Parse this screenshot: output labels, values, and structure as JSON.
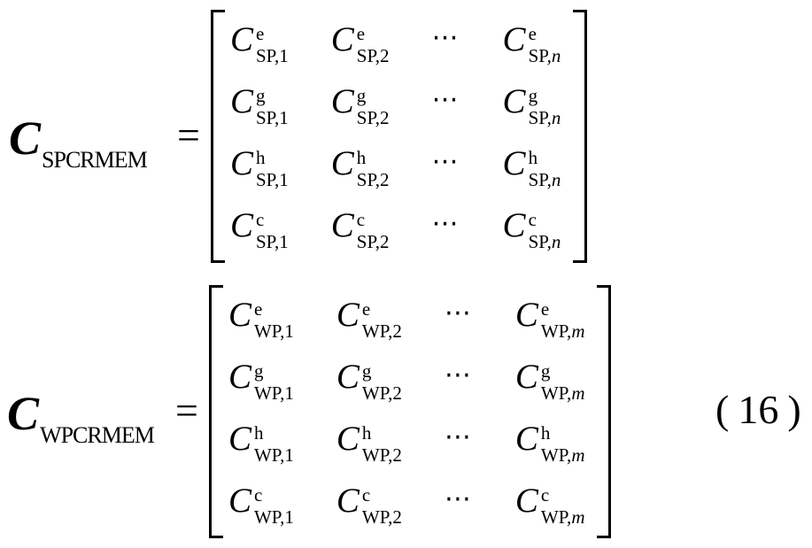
{
  "equation_number": {
    "open": "(",
    "value": "16",
    "close": ")"
  },
  "equations": [
    {
      "lhs": {
        "symbol": "C",
        "subscript": "SPCRMEM"
      },
      "relation": "=",
      "matrix": {
        "row_superscripts": [
          "e",
          "g",
          "h",
          "c"
        ],
        "columns": [
          {
            "type": "entry",
            "symbol": "C",
            "sub_prefix": "SP,",
            "index": "1",
            "index_italic": false
          },
          {
            "type": "entry",
            "symbol": "C",
            "sub_prefix": "SP,",
            "index": "2",
            "index_italic": false
          },
          {
            "type": "dots",
            "glyph": "⋯"
          },
          {
            "type": "entry",
            "symbol": "C",
            "sub_prefix": "SP,",
            "index": "n",
            "index_italic": true
          }
        ]
      }
    },
    {
      "lhs": {
        "symbol": "C",
        "subscript": "WPCRMEM"
      },
      "relation": "=",
      "matrix": {
        "row_superscripts": [
          "e",
          "g",
          "h",
          "c"
        ],
        "columns": [
          {
            "type": "entry",
            "symbol": "C",
            "sub_prefix": "WP,",
            "index": "1",
            "index_italic": false
          },
          {
            "type": "entry",
            "symbol": "C",
            "sub_prefix": "WP,",
            "index": "2",
            "index_italic": false
          },
          {
            "type": "dots",
            "glyph": "⋯"
          },
          {
            "type": "entry",
            "symbol": "C",
            "sub_prefix": "WP,",
            "index": "m",
            "index_italic": true
          }
        ]
      }
    }
  ]
}
